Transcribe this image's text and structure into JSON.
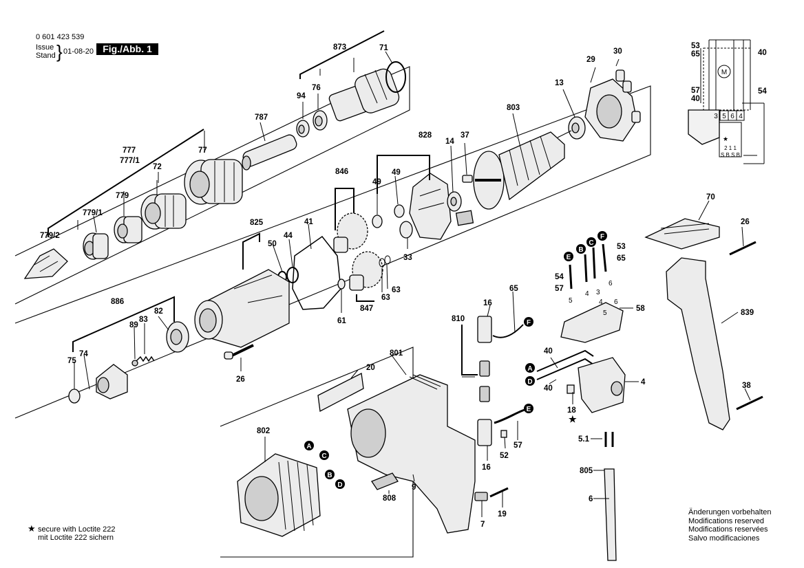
{
  "header": {
    "doc_number": "0 601 423 539",
    "issue_label": "Issue",
    "stand_label": "Stand",
    "date": "01-08-20",
    "figure_label": "Fig./Abb. 1"
  },
  "footer": {
    "star": "★",
    "loctite_en": "secure with Loctite 222",
    "loctite_de": "mit Loctite 222 sichern",
    "notes": [
      "Änderungen vorbehalten",
      "Modifications reserved",
      "Modifications reservées",
      "Salvo modificaciones"
    ]
  },
  "parts": {
    "p873": "873",
    "p71": "71",
    "p94": "94",
    "p76": "76",
    "p787": "787",
    "p777": "777",
    "p777_1": "777/1",
    "p72": "72",
    "p77": "77",
    "p779_2": "779/2",
    "p779_1": "779/1",
    "p779": "779",
    "p29": "29",
    "p30": "30",
    "p13": "13",
    "p803": "803",
    "p828": "828",
    "p37": "37",
    "p14": "14",
    "p846": "846",
    "p49a": "49",
    "p49b": "49",
    "p33": "33",
    "p825": "825",
    "p50": "50",
    "p44": "44",
    "p41": "41",
    "p63a": "63",
    "p63b": "63",
    "p847": "847",
    "p61": "61",
    "p886": "886",
    "p89": "89",
    "p83": "83",
    "p82": "82",
    "p75": "75",
    "p74": "74",
    "p26a": "26",
    "p810": "810",
    "p16a": "16",
    "p65a": "65",
    "p801": "801",
    "p20": "20",
    "p802": "802",
    "p808": "808",
    "p9": "9",
    "p52": "52",
    "p57a": "57",
    "p16b": "16",
    "p7": "7",
    "p19": "19",
    "p40a": "40",
    "p40b": "40",
    "p18": "18",
    "p4": "4",
    "p5_1": "5.1",
    "p805": "805",
    "p6": "6",
    "p53": "53",
    "p65b": "65",
    "p54": "54",
    "p57b": "57",
    "p58": "58",
    "p70": "70",
    "p26b": "26",
    "p839": "839",
    "p38": "38",
    "p5": "5",
    "p4b": "4",
    "p3": "3",
    "p6b": "6",
    "p4c": "4",
    "p6c": "6",
    "p5b": "5"
  },
  "markers": {
    "A": "A",
    "B": "B",
    "C": "C",
    "D": "D",
    "E": "E",
    "F": "F"
  },
  "schematic": {
    "left_labels": [
      "53",
      "65",
      "57",
      "40"
    ],
    "right_labels": [
      "40",
      "54"
    ],
    "terminals": [
      "3",
      "5",
      "6",
      "4"
    ],
    "motor": "M",
    "switch_terminals": "2 1 1",
    "switch_codes": "S B S B",
    "star_label": "★"
  }
}
